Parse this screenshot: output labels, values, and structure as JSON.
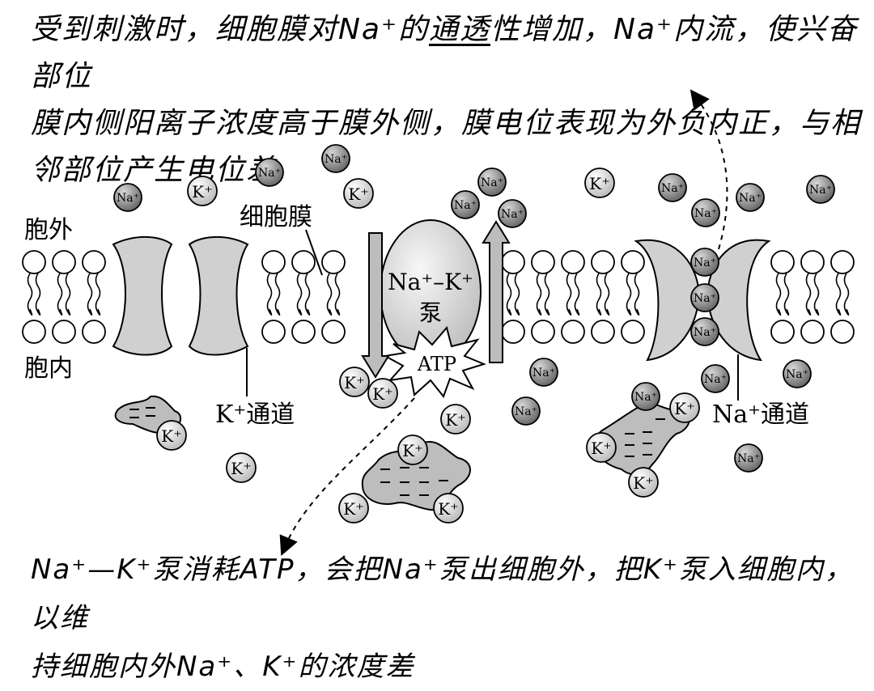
{
  "top_annotation": {
    "line1_pre": "受到刺激时，细胞膜对Na⁺的",
    "line1_underlined": "通透",
    "line1_post": "性增加，Na⁺内流，使兴奋部位",
    "line2": "膜内侧阳离子浓度高于膜外侧，膜电位表现为外负内正，与相",
    "line3": "邻部位产生电位差"
  },
  "bottom_annotation": {
    "line1": "Na⁺—K⁺泵消耗ATP，会把Na⁺泵出细胞外，把K⁺泵入细胞内，以维",
    "line2": "持细胞内外Na⁺、K⁺的浓度差"
  },
  "labels": {
    "outside": "胞外",
    "inside": "胞内",
    "membrane": "细胞膜",
    "k_channel": "K⁺通道",
    "na_channel": "Na⁺通道",
    "pump_line1": "Na⁺–K⁺",
    "pump_line2": "泵",
    "atp": "ATP"
  },
  "ions": {
    "na": "Na⁺",
    "k": "K⁺"
  },
  "colors": {
    "na_ion": "#7f7f7f",
    "k_ion": "#cfcfcf",
    "channel": "#d0d0d0",
    "pump": "#dcdcdc"
  }
}
